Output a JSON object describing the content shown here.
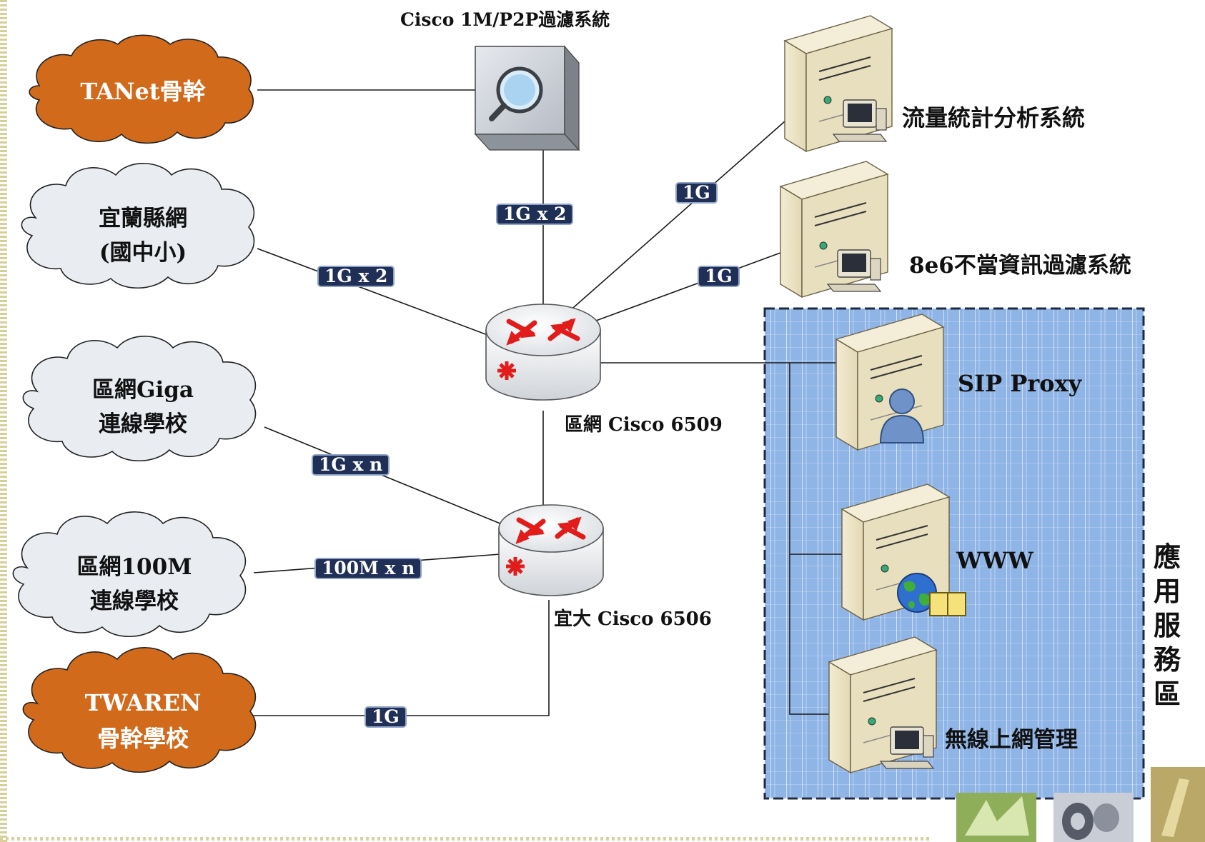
{
  "colors": {
    "backbone_cloud": "#d26a1c",
    "regional_cloud": "#e9edf2",
    "link_badge": "#1f2f55",
    "service_zone": "#8fb4e6",
    "router_arrow": "#e21b1b"
  },
  "clouds": {
    "tanet": {
      "line1": "TANet骨幹",
      "line2": ""
    },
    "yilan": {
      "line1": "宜蘭縣網",
      "line2": "(國中小)"
    },
    "giga": {
      "line1": "區網Giga",
      "line2": "連線學校"
    },
    "m100": {
      "line1": "區網100M",
      "line2": "連線學校"
    },
    "twaren": {
      "line1": "TWAREN",
      "line2": "骨幹學校"
    }
  },
  "devices": {
    "filter_appliance": "Cisco 1M/P2P過濾系統",
    "router_6509": "區網 Cisco 6509",
    "router_6506": "宜大 Cisco 6506",
    "traffic_server": "流量統計分析系統",
    "content_filter_server": "8e6不當資訊過濾系統",
    "sip_server": "SIP Proxy",
    "www_server": "WWW",
    "wireless_server": "無線上網管理"
  },
  "links": {
    "filter_to_6509": "1G x 2",
    "yilan_to_6509": "1G x 2",
    "traffic_to_6509": "1G",
    "filter8e6_to_6509": "1G",
    "giga_to_6506": "1G x n",
    "m100_to_6506": "100M x n",
    "twaren_to_6506": "1G"
  },
  "service_zone": {
    "title_chars": [
      "應",
      "用",
      "服",
      "務",
      "區"
    ]
  },
  "icons": {
    "cloud": "cloud-icon",
    "router": "router-icon",
    "server": "server-tower-icon",
    "filter": "magnifier-appliance-icon",
    "user": "user-icon",
    "globe": "globe-icon",
    "workstation": "workstation-icon"
  }
}
